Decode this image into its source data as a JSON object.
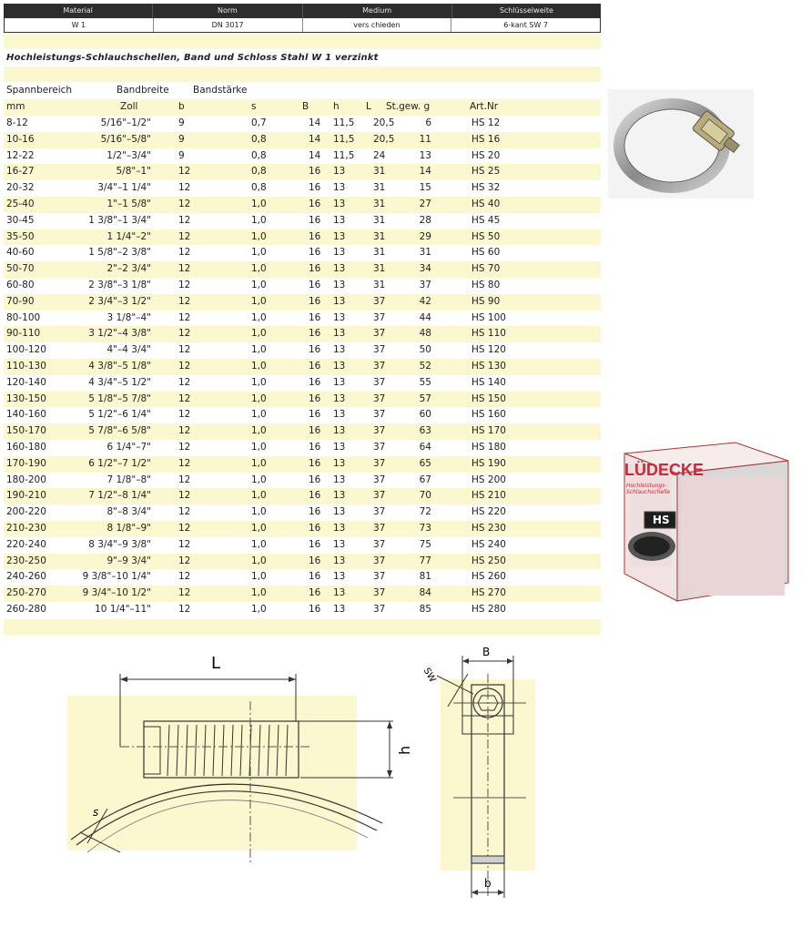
{
  "meta": {
    "headers": [
      "Material",
      "Norm",
      "Medium",
      "Schlüsselweite"
    ],
    "values": [
      "W 1",
      "DN 3017",
      "vers chieden",
      "6-kant SW 7"
    ]
  },
  "title": "Hochleistungs-Schlauchschellen, Band und Schloss Stahl W 1 verzinkt",
  "column_headers": {
    "spannbereich": "Spannbereich",
    "bandbreite": "Bandbreite",
    "bandstaerke": "Bandstärke",
    "mm": "mm",
    "zoll": "Zoll",
    "b": "b",
    "s": "s",
    "B": "B",
    "h": "h",
    "L": "L",
    "stgew": "St.gew. g",
    "artnr": "Art.Nr"
  },
  "rows": [
    {
      "mm": "8-12",
      "zoll": "5/16\"–1/2\"",
      "b": "9",
      "s": "0,7",
      "B": "14",
      "h": "11,5",
      "L": "20,5",
      "g": "6",
      "art": "HS 12"
    },
    {
      "mm": "10-16",
      "zoll": "5/16\"–5/8\"",
      "b": "9",
      "s": "0,8",
      "B": "14",
      "h": "11,5",
      "L": "20,5",
      "g": "11",
      "art": "HS 16"
    },
    {
      "mm": "12-22",
      "zoll": "1/2\"–3/4\"",
      "b": "9",
      "s": "0,8",
      "B": "14",
      "h": "11,5",
      "L": "24",
      "g": "13",
      "art": "HS 20"
    },
    {
      "mm": "16-27",
      "zoll": "5/8\"–1\"",
      "b": "12",
      "s": "0,8",
      "B": "16",
      "h": "13",
      "L": "31",
      "g": "14",
      "art": "HS 25"
    },
    {
      "mm": "20-32",
      "zoll": "3/4\"–1 1/4\"",
      "b": "12",
      "s": "0,8",
      "B": "16",
      "h": "13",
      "L": "31",
      "g": "15",
      "art": "HS 32"
    },
    {
      "mm": "25-40",
      "zoll": "1\"–1 5/8\"",
      "b": "12",
      "s": "1,0",
      "B": "16",
      "h": "13",
      "L": "31",
      "g": "27",
      "art": "HS 40"
    },
    {
      "mm": "30-45",
      "zoll": "1 3/8\"–1 3/4\"",
      "b": "12",
      "s": "1,0",
      "B": "16",
      "h": "13",
      "L": "31",
      "g": "28",
      "art": "HS 45"
    },
    {
      "mm": "35-50",
      "zoll": "1 1/4\"–2\"",
      "b": "12",
      "s": "1,0",
      "B": "16",
      "h": "13",
      "L": "31",
      "g": "29",
      "art": "HS 50"
    },
    {
      "mm": "40-60",
      "zoll": "1 5/8\"–2 3/8\"",
      "b": "12",
      "s": "1,0",
      "B": "16",
      "h": "13",
      "L": "31",
      "g": "31",
      "art": "HS 60"
    },
    {
      "mm": "50-70",
      "zoll": "2\"–2 3/4\"",
      "b": "12",
      "s": "1,0",
      "B": "16",
      "h": "13",
      "L": "31",
      "g": "34",
      "art": "HS 70"
    },
    {
      "mm": "60-80",
      "zoll": "2 3/8\"–3 1/8\"",
      "b": "12",
      "s": "1,0",
      "B": "16",
      "h": "13",
      "L": "31",
      "g": "37",
      "art": "HS 80"
    },
    {
      "mm": "70-90",
      "zoll": "2 3/4\"–3 1/2\"",
      "b": "12",
      "s": "1,0",
      "B": "16",
      "h": "13",
      "L": "37",
      "g": "42",
      "art": "HS 90"
    },
    {
      "mm": "80-100",
      "zoll": "3 1/8\"–4\"",
      "b": "12",
      "s": "1,0",
      "B": "16",
      "h": "13",
      "L": "37",
      "g": "44",
      "art": "HS 100"
    },
    {
      "mm": "90-110",
      "zoll": "3 1/2\"–4 3/8\"",
      "b": "12",
      "s": "1,0",
      "B": "16",
      "h": "13",
      "L": "37",
      "g": "48",
      "art": "HS 110"
    },
    {
      "mm": "100-120",
      "zoll": "4\"–4 3/4\"",
      "b": "12",
      "s": "1,0",
      "B": "16",
      "h": "13",
      "L": "37",
      "g": "50",
      "art": "HS 120"
    },
    {
      "mm": "110-130",
      "zoll": "4 3/8\"–5 1/8\"",
      "b": "12",
      "s": "1,0",
      "B": "16",
      "h": "13",
      "L": "37",
      "g": "52",
      "art": "HS 130"
    },
    {
      "mm": "120-140",
      "zoll": "4 3/4\"–5 1/2\"",
      "b": "12",
      "s": "1,0",
      "B": "16",
      "h": "13",
      "L": "37",
      "g": "55",
      "art": "HS 140"
    },
    {
      "mm": "130-150",
      "zoll": "5 1/8\"–5 7/8\"",
      "b": "12",
      "s": "1,0",
      "B": "16",
      "h": "13",
      "L": "37",
      "g": "57",
      "art": "HS 150"
    },
    {
      "mm": "140-160",
      "zoll": "5 1/2\"–6 1/4\"",
      "b": "12",
      "s": "1,0",
      "B": "16",
      "h": "13",
      "L": "37",
      "g": "60",
      "art": "HS 160"
    },
    {
      "mm": "150-170",
      "zoll": "5 7/8\"–6 5/8\"",
      "b": "12",
      "s": "1,0",
      "B": "16",
      "h": "13",
      "L": "37",
      "g": "63",
      "art": "HS 170"
    },
    {
      "mm": "160-180",
      "zoll": "6 1/4\"–7\"",
      "b": "12",
      "s": "1,0",
      "B": "16",
      "h": "13",
      "L": "37",
      "g": "64",
      "art": "HS 180"
    },
    {
      "mm": "170-190",
      "zoll": "6 1/2\"–7 1/2\"",
      "b": "12",
      "s": "1,0",
      "B": "16",
      "h": "13",
      "L": "37",
      "g": "65",
      "art": "HS 190"
    },
    {
      "mm": "180-200",
      "zoll": "7 1/8\"–8\"",
      "b": "12",
      "s": "1,0",
      "B": "16",
      "h": "13",
      "L": "37",
      "g": "67",
      "art": "HS 200"
    },
    {
      "mm": "190-210",
      "zoll": "7 1/2\"–8 1/4\"",
      "b": "12",
      "s": "1,0",
      "B": "16",
      "h": "13",
      "L": "37",
      "g": "70",
      "art": "HS 210"
    },
    {
      "mm": "200-220",
      "zoll": "8\"–8 3/4\"",
      "b": "12",
      "s": "1,0",
      "B": "16",
      "h": "13",
      "L": "37",
      "g": "72",
      "art": "HS 220"
    },
    {
      "mm": "210-230",
      "zoll": "8 1/8\"–9\"",
      "b": "12",
      "s": "1,0",
      "B": "16",
      "h": "13",
      "L": "37",
      "g": "73",
      "art": "HS 230"
    },
    {
      "mm": "220-240",
      "zoll": "8 3/4\"–9 3/8\"",
      "b": "12",
      "s": "1,0",
      "B": "16",
      "h": "13",
      "L": "37",
      "g": "75",
      "art": "HS 240"
    },
    {
      "mm": "230-250",
      "zoll": "9\"–9 3/4\"",
      "b": "12",
      "s": "1,0",
      "B": "16",
      "h": "13",
      "L": "37",
      "g": "77",
      "art": "HS 250"
    },
    {
      "mm": "240-260",
      "zoll": "9 3/8\"–10 1/4\"",
      "b": "12",
      "s": "1,0",
      "B": "16",
      "h": "13",
      "L": "37",
      "g": "81",
      "art": "HS 260"
    },
    {
      "mm": "250-270",
      "zoll": "9 3/4\"–10 1/2\"",
      "b": "12",
      "s": "1,0",
      "B": "16",
      "h": "13",
      "L": "37",
      "g": "84",
      "art": "HS 270"
    },
    {
      "mm": "260-280",
      "zoll": "10 1/4\"–11\"",
      "b": "12",
      "s": "1,0",
      "B": "16",
      "h": "13",
      "L": "37",
      "g": "85",
      "art": "HS 280"
    }
  ],
  "box": {
    "brand": "LÜDECKE",
    "subtitle": "Hochleistungs-Schlauchschelle",
    "model": "HS"
  },
  "drawing_labels": {
    "L": "L",
    "h": "h",
    "s": "s",
    "B": "B",
    "sw": "SW",
    "b": "b"
  },
  "colors": {
    "band": "#fbf7cf",
    "header_bar": "#2d2d2d",
    "box_red": "#c8283a"
  }
}
